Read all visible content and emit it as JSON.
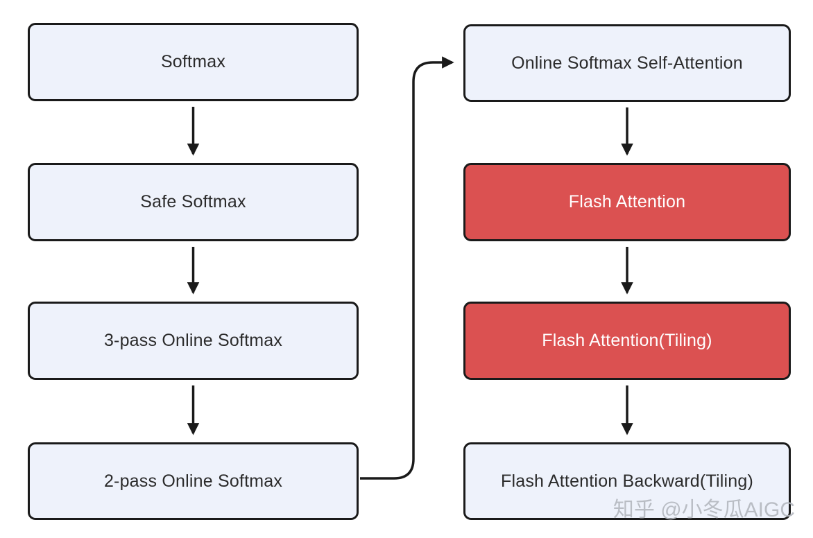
{
  "diagram": {
    "colors": {
      "light_box_bg": "#eef2fb",
      "light_box_text": "#2b2b2b",
      "red_box_bg": "#db5151",
      "red_box_text": "#ffffff",
      "border": "#1a1a1a",
      "arrow": "#1a1a1a",
      "watermark_text": "#b4b8bf"
    },
    "left_column": [
      {
        "label": "Softmax",
        "style": "light"
      },
      {
        "label": "Safe Softmax",
        "style": "light"
      },
      {
        "label": "3-pass Online Softmax",
        "style": "light"
      },
      {
        "label": "2-pass Online Softmax",
        "style": "light"
      }
    ],
    "right_column": [
      {
        "label": "Online Softmax Self-Attention",
        "style": "light"
      },
      {
        "label": "Flash Attention",
        "style": "red"
      },
      {
        "label": "Flash Attention(Tiling)",
        "style": "red"
      },
      {
        "label": "Flash Attention Backward(Tiling)",
        "style": "light"
      }
    ],
    "edges": [
      {
        "from": "Softmax",
        "to": "Safe Softmax"
      },
      {
        "from": "Safe Softmax",
        "to": "3-pass Online Softmax"
      },
      {
        "from": "3-pass Online Softmax",
        "to": "2-pass Online Softmax"
      },
      {
        "from": "2-pass Online Softmax",
        "to": "Online Softmax Self-Attention"
      },
      {
        "from": "Online Softmax Self-Attention",
        "to": "Flash Attention"
      },
      {
        "from": "Flash Attention",
        "to": "Flash Attention(Tiling)"
      },
      {
        "from": "Flash Attention(Tiling)",
        "to": "Flash Attention Backward(Tiling)"
      }
    ],
    "watermark": "知乎 @小冬瓜AIGC"
  }
}
